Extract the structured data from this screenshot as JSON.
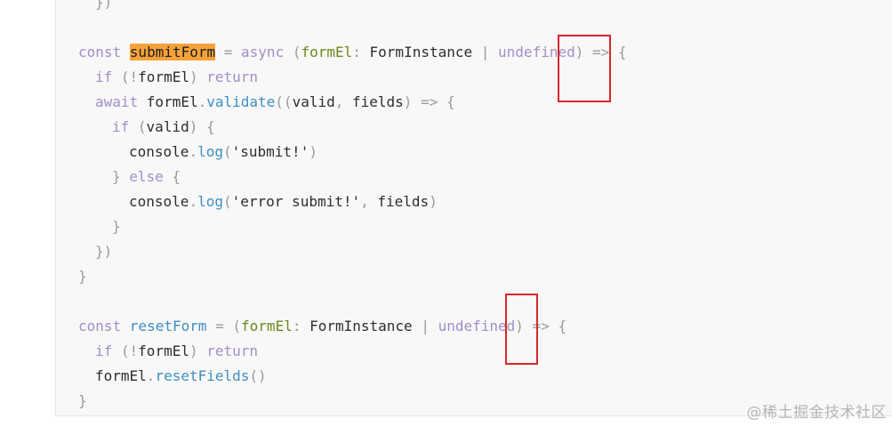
{
  "code": {
    "lines": [
      [
        {
          "t": "})",
          "c": "pn"
        }
      ],
      [],
      [
        {
          "t": "const ",
          "c": "kw"
        },
        {
          "t": "submitForm",
          "c": "hl"
        },
        {
          "t": " = ",
          "c": "pn"
        },
        {
          "t": "async ",
          "c": "kw"
        },
        {
          "t": "(",
          "c": "pn"
        },
        {
          "t": "formEl",
          "c": "prm"
        },
        {
          "t": ": ",
          "c": "pn"
        },
        {
          "t": "FormInstance",
          "c": "id"
        },
        {
          "t": " | ",
          "c": "pn"
        },
        {
          "t": "undefined",
          "c": "tp"
        },
        {
          "t": ") => {",
          "c": "pn"
        }
      ],
      [
        {
          "t": "if ",
          "c": "kw"
        },
        {
          "t": "(!",
          "c": "pn"
        },
        {
          "t": "formEl",
          "c": "id"
        },
        {
          "t": ") ",
          "c": "pn"
        },
        {
          "t": "return",
          "c": "kw"
        }
      ],
      [
        {
          "t": "await ",
          "c": "kw"
        },
        {
          "t": "formEl",
          "c": "id"
        },
        {
          "t": ".",
          "c": "pn"
        },
        {
          "t": "validate",
          "c": "fn"
        },
        {
          "t": "((",
          "c": "pn"
        },
        {
          "t": "valid",
          "c": "id"
        },
        {
          "t": ", ",
          "c": "pn"
        },
        {
          "t": "fields",
          "c": "id"
        },
        {
          "t": ") => {",
          "c": "pn"
        }
      ],
      [
        {
          "t": "if ",
          "c": "kw"
        },
        {
          "t": "(",
          "c": "pn"
        },
        {
          "t": "valid",
          "c": "id"
        },
        {
          "t": ") {",
          "c": "pn"
        }
      ],
      [
        {
          "t": "console",
          "c": "id"
        },
        {
          "t": ".",
          "c": "pn"
        },
        {
          "t": "log",
          "c": "fn"
        },
        {
          "t": "(",
          "c": "pn"
        },
        {
          "t": "'submit!'",
          "c": "str"
        },
        {
          "t": ")",
          "c": "pn"
        }
      ],
      [
        {
          "t": "} ",
          "c": "pn"
        },
        {
          "t": "else",
          "c": "kw"
        },
        {
          "t": " {",
          "c": "pn"
        }
      ],
      [
        {
          "t": "console",
          "c": "id"
        },
        {
          "t": ".",
          "c": "pn"
        },
        {
          "t": "log",
          "c": "fn"
        },
        {
          "t": "(",
          "c": "pn"
        },
        {
          "t": "'error submit!'",
          "c": "str"
        },
        {
          "t": ", ",
          "c": "pn"
        },
        {
          "t": "fields",
          "c": "id"
        },
        {
          "t": ")",
          "c": "pn"
        }
      ],
      [
        {
          "t": "}",
          "c": "pn"
        }
      ],
      [
        {
          "t": "})",
          "c": "pn"
        }
      ],
      [
        {
          "t": "}",
          "c": "pn"
        }
      ],
      [],
      [
        {
          "t": "const ",
          "c": "kw"
        },
        {
          "t": "resetForm",
          "c": "fn"
        },
        {
          "t": " = (",
          "c": "pn"
        },
        {
          "t": "formEl",
          "c": "prm"
        },
        {
          "t": ": ",
          "c": "pn"
        },
        {
          "t": "FormInstance",
          "c": "id"
        },
        {
          "t": " | ",
          "c": "pn"
        },
        {
          "t": "undefined",
          "c": "tp"
        },
        {
          "t": ") => {",
          "c": "pn"
        }
      ],
      [
        {
          "t": "if ",
          "c": "kw"
        },
        {
          "t": "(!",
          "c": "pn"
        },
        {
          "t": "formEl",
          "c": "id"
        },
        {
          "t": ") ",
          "c": "pn"
        },
        {
          "t": "return",
          "c": "kw"
        }
      ],
      [
        {
          "t": "formEl",
          "c": "id"
        },
        {
          "t": ".",
          "c": "pn"
        },
        {
          "t": "resetFields",
          "c": "fn"
        },
        {
          "t": "()",
          "c": "pn"
        }
      ],
      [
        {
          "t": "}",
          "c": "pn"
        }
      ]
    ],
    "indents": [
      1,
      0,
      0,
      1,
      1,
      2,
      3,
      2,
      3,
      2,
      1,
      0,
      0,
      0,
      1,
      1,
      0
    ]
  },
  "watermark": "@稀土掘金技术社区",
  "colors": {
    "keyword": "#a28ec9",
    "function": "#3f8fc2",
    "param": "#6a8a1c",
    "highlight": "#f6a23a",
    "annotation": "#d9262b"
  }
}
